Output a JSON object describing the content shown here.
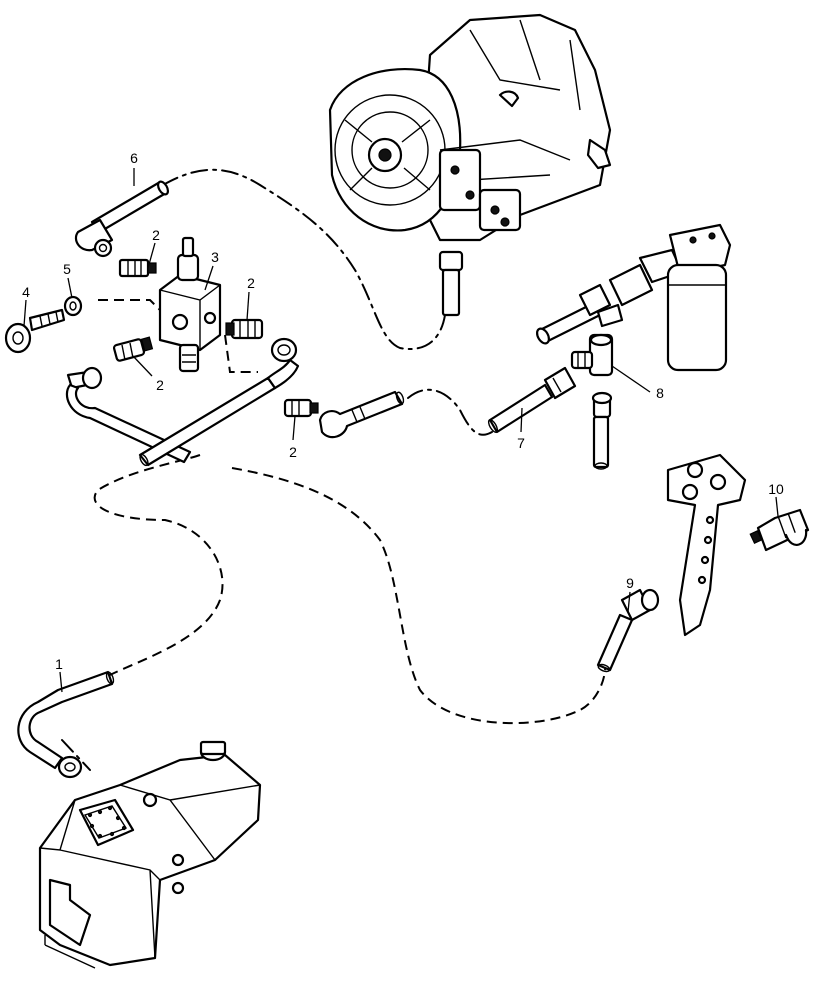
{
  "callouts": {
    "c1": "1",
    "c2a": "2",
    "c2b": "2",
    "c2c": "2",
    "c2d": "2",
    "c3": "3",
    "c4": "4",
    "c5": "5",
    "c6": "6",
    "c7": "7",
    "c8": "8",
    "c9": "9",
    "c10": "10"
  },
  "colors": {
    "line": "#000000",
    "background": "#ffffff"
  }
}
